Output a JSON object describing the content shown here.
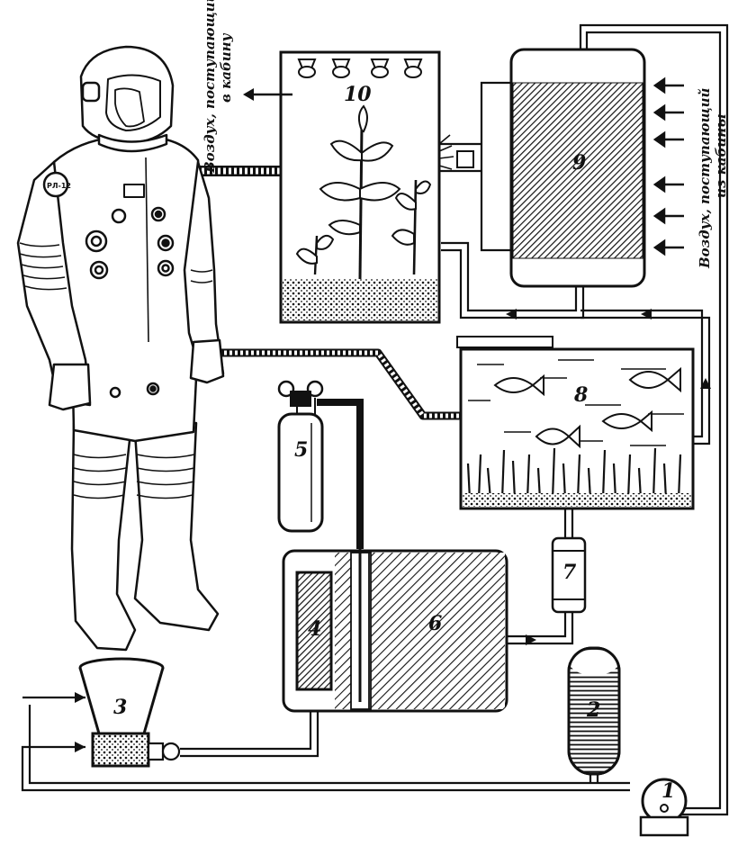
{
  "figure": {
    "caption_left_line1": "Воздух, поступающий",
    "caption_left_line2": "в кабину",
    "caption_right_line1": "Воздух, поступающий",
    "caption_right_line2": "из кабины",
    "helmet_badge": "РЛ-12"
  },
  "units": {
    "u1": "1",
    "u2": "2",
    "u3": "3",
    "u4": "4",
    "u5": "5",
    "u6": "6",
    "u7": "7",
    "u8": "8",
    "u9": "9",
    "u10": "10"
  },
  "colors": {
    "ink": "#111111",
    "paper": "#ffffff"
  }
}
